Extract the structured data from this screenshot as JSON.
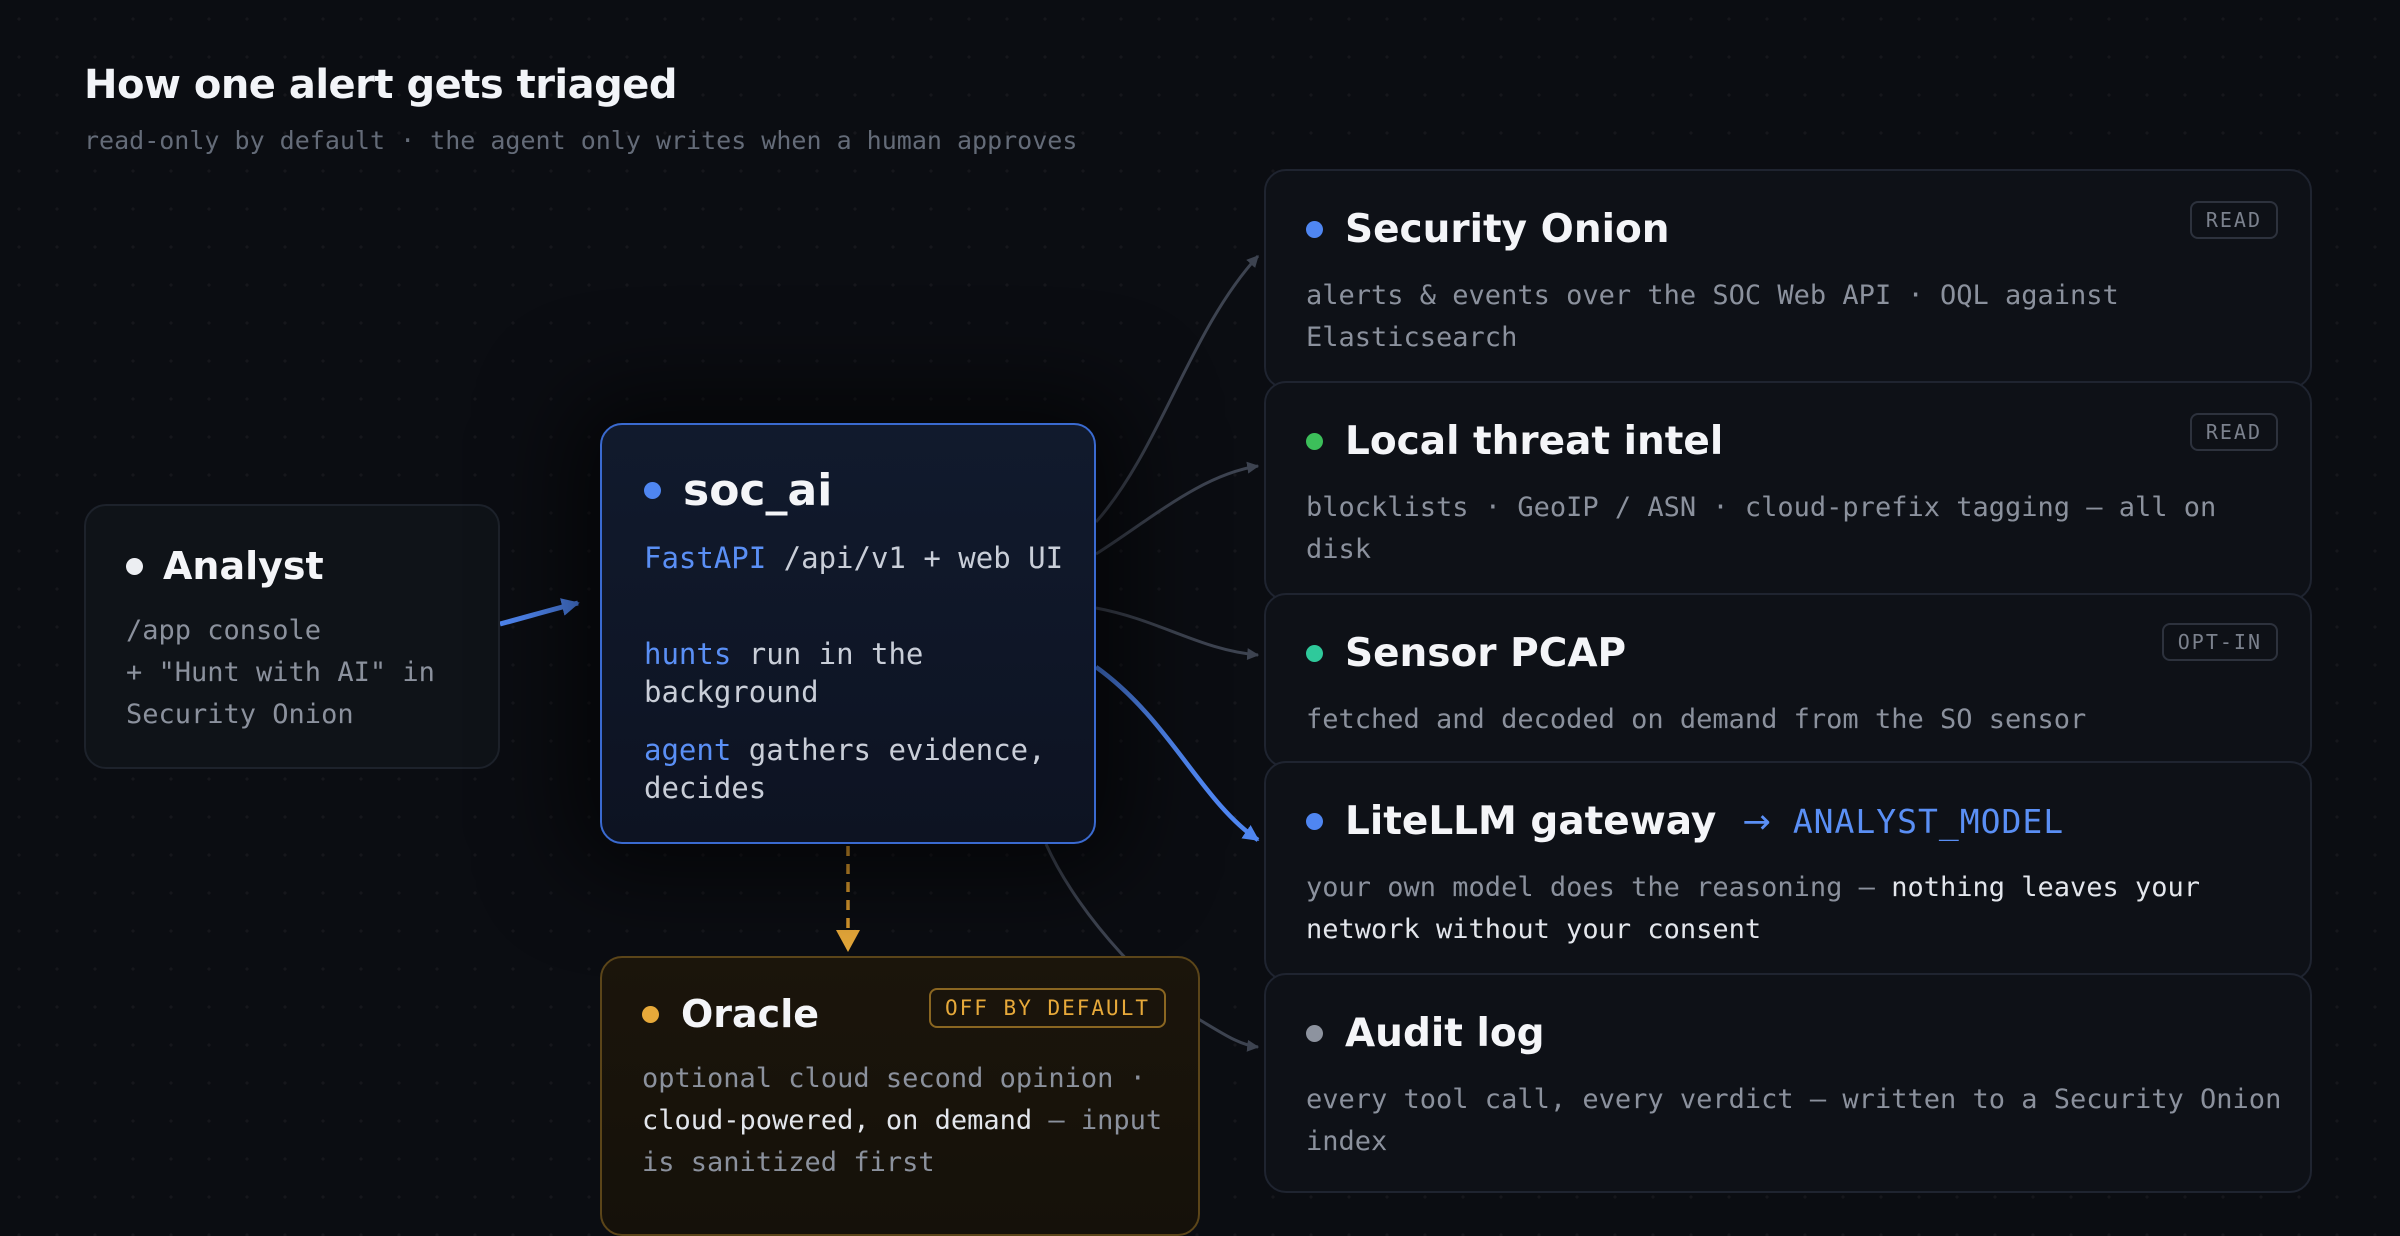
{
  "header": {
    "title": "How one alert gets triaged",
    "subtitle": "read-only by default · the agent only writes when a human approves"
  },
  "colors": {
    "blue": "#4f86f1",
    "green": "#3cbf5a",
    "teal": "#2fc99b",
    "amber": "#e7a93a",
    "gray": "#8d939f",
    "white": "#eceef2"
  },
  "nodes": {
    "analyst": {
      "title": "Analyst",
      "lines": [
        "/app console",
        "+ \"Hunt with AI\" in",
        "Security Onion"
      ]
    },
    "soc_ai": {
      "title": "soc_ai",
      "rows": [
        {
          "keyword": "FastAPI",
          "text": " /api/v1 + web UI"
        },
        {
          "keyword": "hunts",
          "text": " run in the background"
        },
        {
          "keyword": "agent",
          "text": " gathers evidence, decides"
        }
      ]
    },
    "oracle": {
      "title": "Oracle",
      "badge": "OFF BY DEFAULT",
      "desc_a": "optional cloud second opinion · ",
      "desc_highlight": "cloud-powered, on demand",
      "desc_b": " — input is sanitized first"
    },
    "security_onion": {
      "title": "Security Onion",
      "badge": "READ",
      "desc": "alerts & events over the SOC Web API · OQL against Elasticsearch"
    },
    "threat_intel": {
      "title": "Local threat intel",
      "badge": "READ",
      "desc": "blocklists · GeoIP / ASN · cloud-prefix tagging — all on disk"
    },
    "sensor_pcap": {
      "title": "Sensor PCAP",
      "badge": "OPT-IN",
      "desc": "fetched and decoded on demand from the SO sensor"
    },
    "litellm": {
      "title": "LiteLLM gateway",
      "arrow": "→",
      "model": "ANALYST_MODEL",
      "desc_a": "your own model does the reasoning — ",
      "desc_highlight": "nothing leaves your network without your consent"
    },
    "audit_log": {
      "title": "Audit log",
      "desc": "every tool call, every verdict — written to a Security Onion index"
    }
  }
}
